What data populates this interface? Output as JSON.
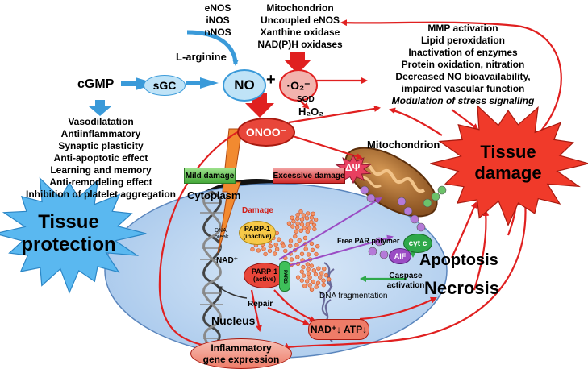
{
  "enzymes": [
    "eNOS",
    "iNOS",
    "nNOS"
  ],
  "substrate": "L-arginine",
  "superoxide_sources": [
    "Mitochondrion",
    "Uncoupled eNOS",
    "Xanthine oxidase",
    "NAD(P)H oxidases"
  ],
  "no_label": "NO",
  "plus": "+",
  "superoxide": "·O₂⁻",
  "sod": "SOD",
  "h2o2": "H₂O₂",
  "onoo": "ONOO⁻",
  "sgc": "sGC",
  "cgmp": "cGMP",
  "effects": [
    "Vasodilatation",
    "Antiinflammatory",
    "Synaptic plasticity",
    "Anti-apoptotic effect",
    "Learning and memory",
    "Anti-remodeling effect",
    "Inhibition of platelet aggregation"
  ],
  "damage_effects": [
    "MMP activation",
    "Lipid peroxidation",
    "Inactivation of enzymes",
    "Protein oxidation, nitration",
    "Decreased NO bioavailability,",
    "impaired vascular function"
  ],
  "damage_effects_italic": "Modulation of stress signalling",
  "mitochondrion": "Mitochondrion",
  "delta_psi": "ΔΨ",
  "mild_damage": "Mild damage",
  "excessive_damage": "Excessive damage",
  "cytoplasm": "Cytoplasm",
  "damage": "Damage",
  "dna_break": "DNA break",
  "parp_inactive": [
    "PARP-1",
    "(inactive)"
  ],
  "parp_active": [
    "PARP-1",
    "(active)"
  ],
  "nad": "NAD⁺",
  "parg": "PARG",
  "free_par": "Free PAR polymer",
  "aif": "AIF",
  "cytc": "cyt c",
  "apoptosis": "Apoptosis",
  "caspase": [
    "Caspase",
    "activation"
  ],
  "dna_frag": "DNA fragmentation",
  "necrosis": "Necrosis",
  "nad_atp": "NAD⁺↓ ATP↓",
  "repair": "Repair",
  "nucleus": "Nucleus",
  "inflammatory": [
    "Inflammatory",
    "gene expression"
  ],
  "tissue_protection": [
    "Tissue",
    "protection"
  ],
  "tissue_damage": [
    "Tissue",
    "damage"
  ],
  "colors": {
    "arrow_red": "#e02020",
    "arrow_blue": "#3a9ad9",
    "no_fill": "#bfe3f7",
    "onoo_fill": "#e8463a",
    "burst_blue": "#5ab8f0",
    "burst_red": "#f03a2a",
    "nucleus_fill": "#bfd8f2",
    "parp_yellow": "#f7c948",
    "par_orange": "#f29468",
    "mito_brown": "#a8632a",
    "arrow_green": "#2ea84a"
  }
}
